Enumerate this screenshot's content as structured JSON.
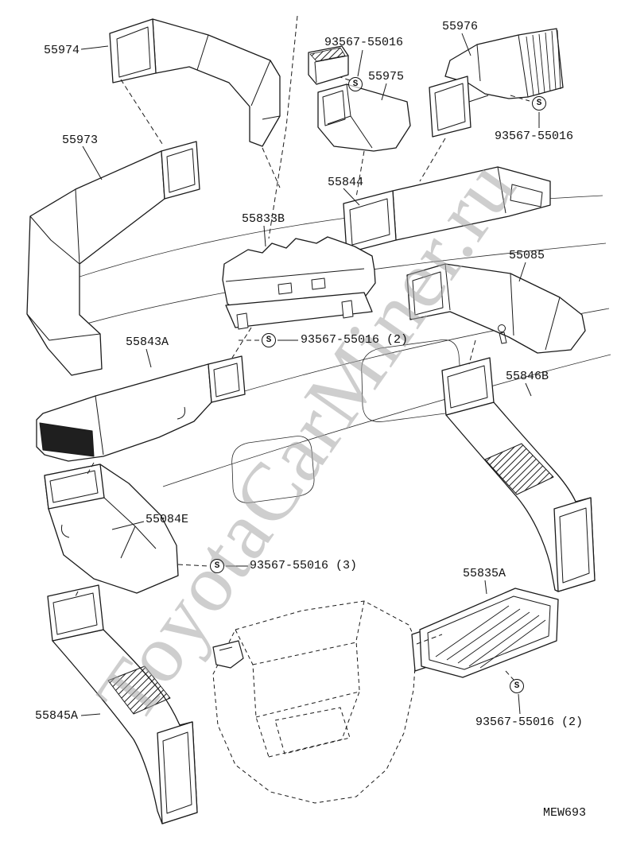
{
  "diagram": {
    "watermark": "ToyotaCarMiner.ru",
    "drawing_code": "MEW693",
    "screw_letter": "S",
    "parts": [
      {
        "number": "55974"
      },
      {
        "number": "55973"
      },
      {
        "number": "55975"
      },
      {
        "number": "55976"
      },
      {
        "number": "55844"
      },
      {
        "number": "55833B"
      },
      {
        "number": "55085"
      },
      {
        "number": "55843A"
      },
      {
        "number": "55846B"
      },
      {
        "number": "55084E"
      },
      {
        "number": "55835A"
      },
      {
        "number": "55845A"
      }
    ],
    "fasteners": [
      {
        "label": "93567-55016"
      },
      {
        "label": "93567-55016"
      },
      {
        "label": "93567-55016 (2)"
      },
      {
        "label": "93567-55016 (3)"
      },
      {
        "label": "93567-55016 (2)"
      }
    ]
  }
}
